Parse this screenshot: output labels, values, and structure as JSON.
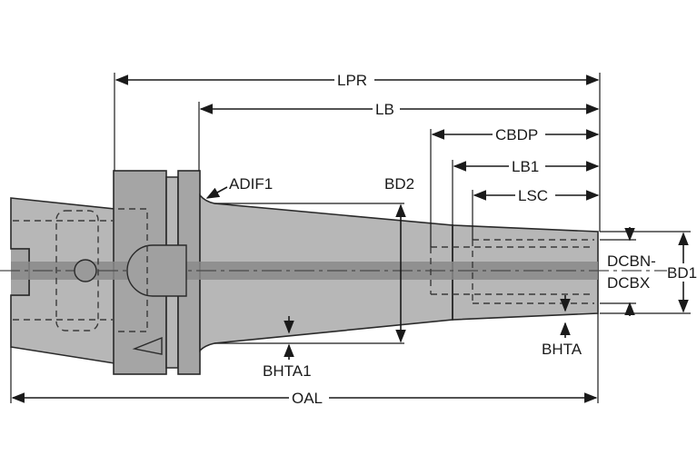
{
  "diagram": {
    "colors": {
      "body": "#b7b7b7",
      "flange": "#a5a5a5",
      "line": "#1a1a1a",
      "bore": "#777777"
    },
    "labels": {
      "lpr": "LPR",
      "lb": "LB",
      "cbdp": "CBDP",
      "lb1": "LB1",
      "lsc": "LSC",
      "adif1": "ADIF1",
      "bd2": "BD2",
      "dcbn": "DCBN-",
      "dcbx": "DCBX",
      "bd1": "BD1",
      "bhta1": "BHTA1",
      "bhta": "BHTA",
      "oal": "OAL"
    }
  }
}
